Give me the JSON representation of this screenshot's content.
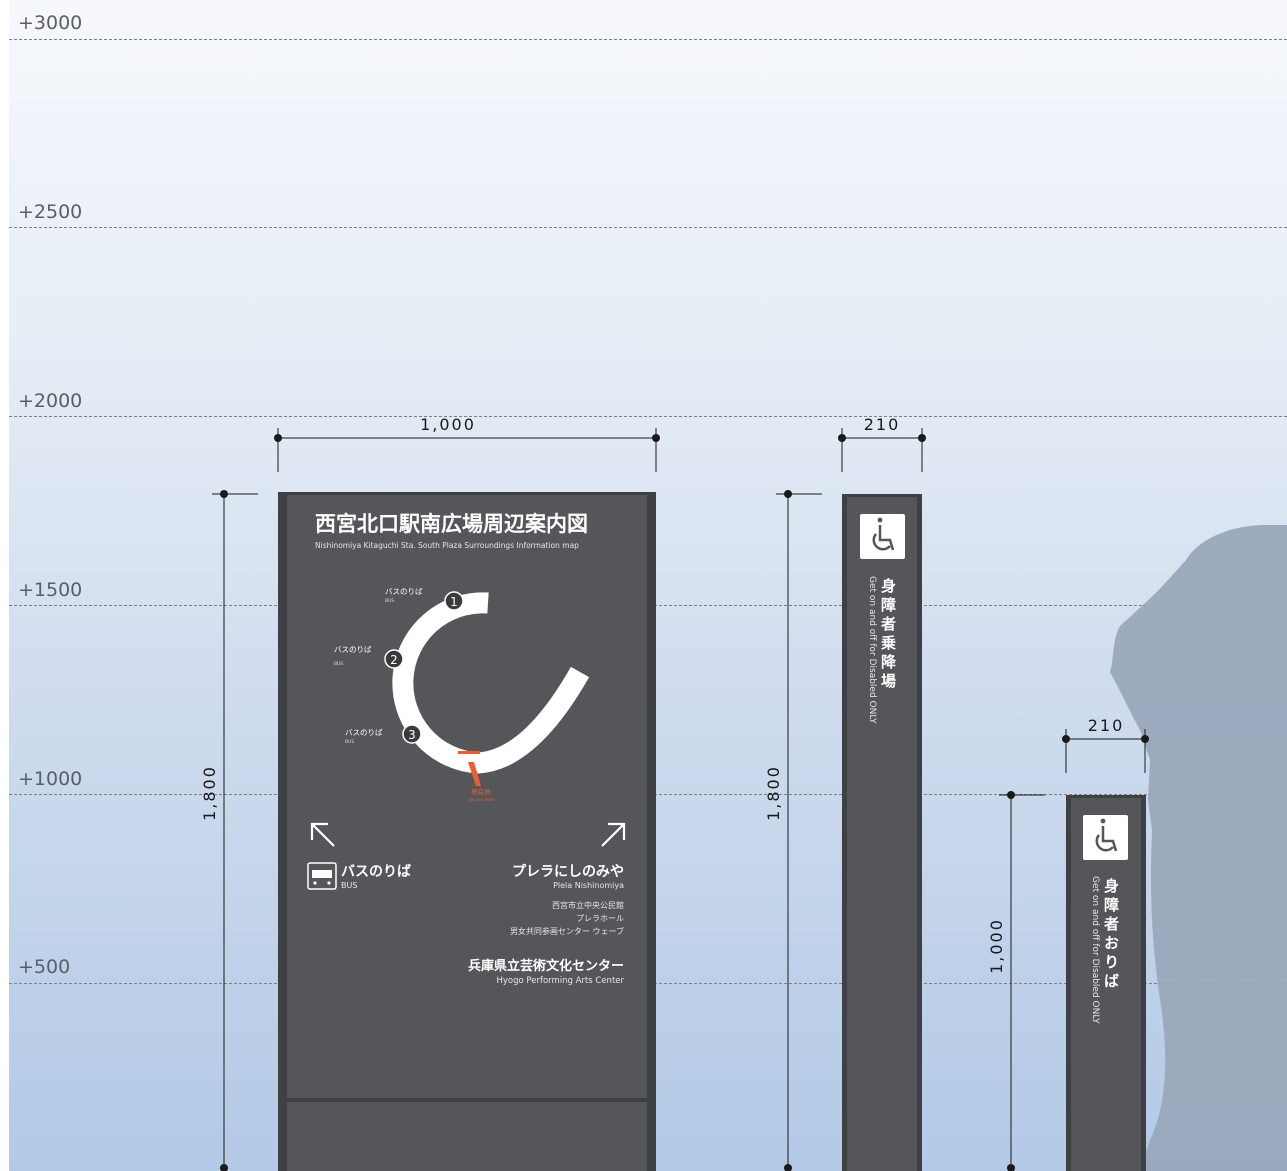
{
  "height_guides": [
    "+3000",
    "+2500",
    "+2000",
    "+1500",
    "+1000",
    "+500"
  ],
  "dimensions": {
    "main_width": "1,000",
    "main_height": "1,800",
    "pole_width": "210",
    "pole_height": "1,800",
    "short_width": "210",
    "short_height": "1,000"
  },
  "main_sign": {
    "title_ja": "西宮北口駅南広場周辺案内図",
    "title_en": "Nishinomiya Kitaguchi Sta. South Plaza Surroundings Information map",
    "stops": [
      {
        "num": "1",
        "label": "バスのりば",
        "sub": "BUS"
      },
      {
        "num": "2",
        "label": "バスのりば",
        "sub": "BUS"
      },
      {
        "num": "3",
        "label": "バスのりば",
        "sub": "BUS"
      }
    ],
    "here_ja": "現在地",
    "here_en": "you are here",
    "bus_ja": "バスのりば",
    "bus_en": "BUS",
    "dest_ja": "プレラにしのみや",
    "dest_en": "Plela Nishinomiya",
    "dest_list": [
      "西宮市立中央公民館",
      "プレラホール",
      "男女共同参画センター ウェーブ"
    ],
    "art_ja": "兵庫県立芸術文化センター",
    "art_en": "Hyogo Performing Arts Center"
  },
  "pole_sign": {
    "label_ja": "身障者乗降場",
    "label_en": "Get on and off for Disabled ONLY"
  },
  "short_sign": {
    "label_ja": "身障者おりば",
    "label_en": "Get on and off for Disabled ONLY"
  },
  "colors": {
    "panel": "#555659",
    "frame": "#3f4043",
    "accent_orange": "#e8602c",
    "silhouette": "#9aa8bc"
  }
}
